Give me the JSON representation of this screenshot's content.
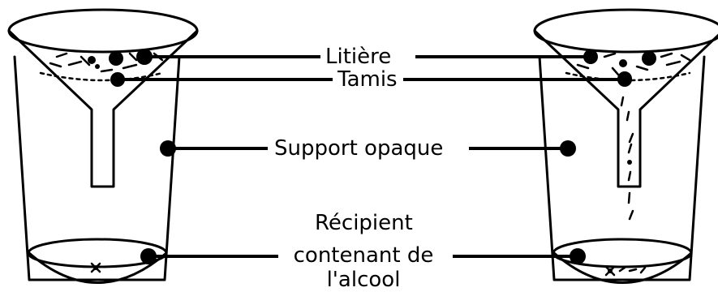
{
  "labels": {
    "litter": "Litière",
    "sieve": "Tamis",
    "support": "Support opaque",
    "container_line1": "Récipient",
    "container_line2": "contenant de",
    "container_line3": "l'alcool"
  },
  "colors": {
    "ink": "#000000",
    "background": "#ffffff"
  }
}
